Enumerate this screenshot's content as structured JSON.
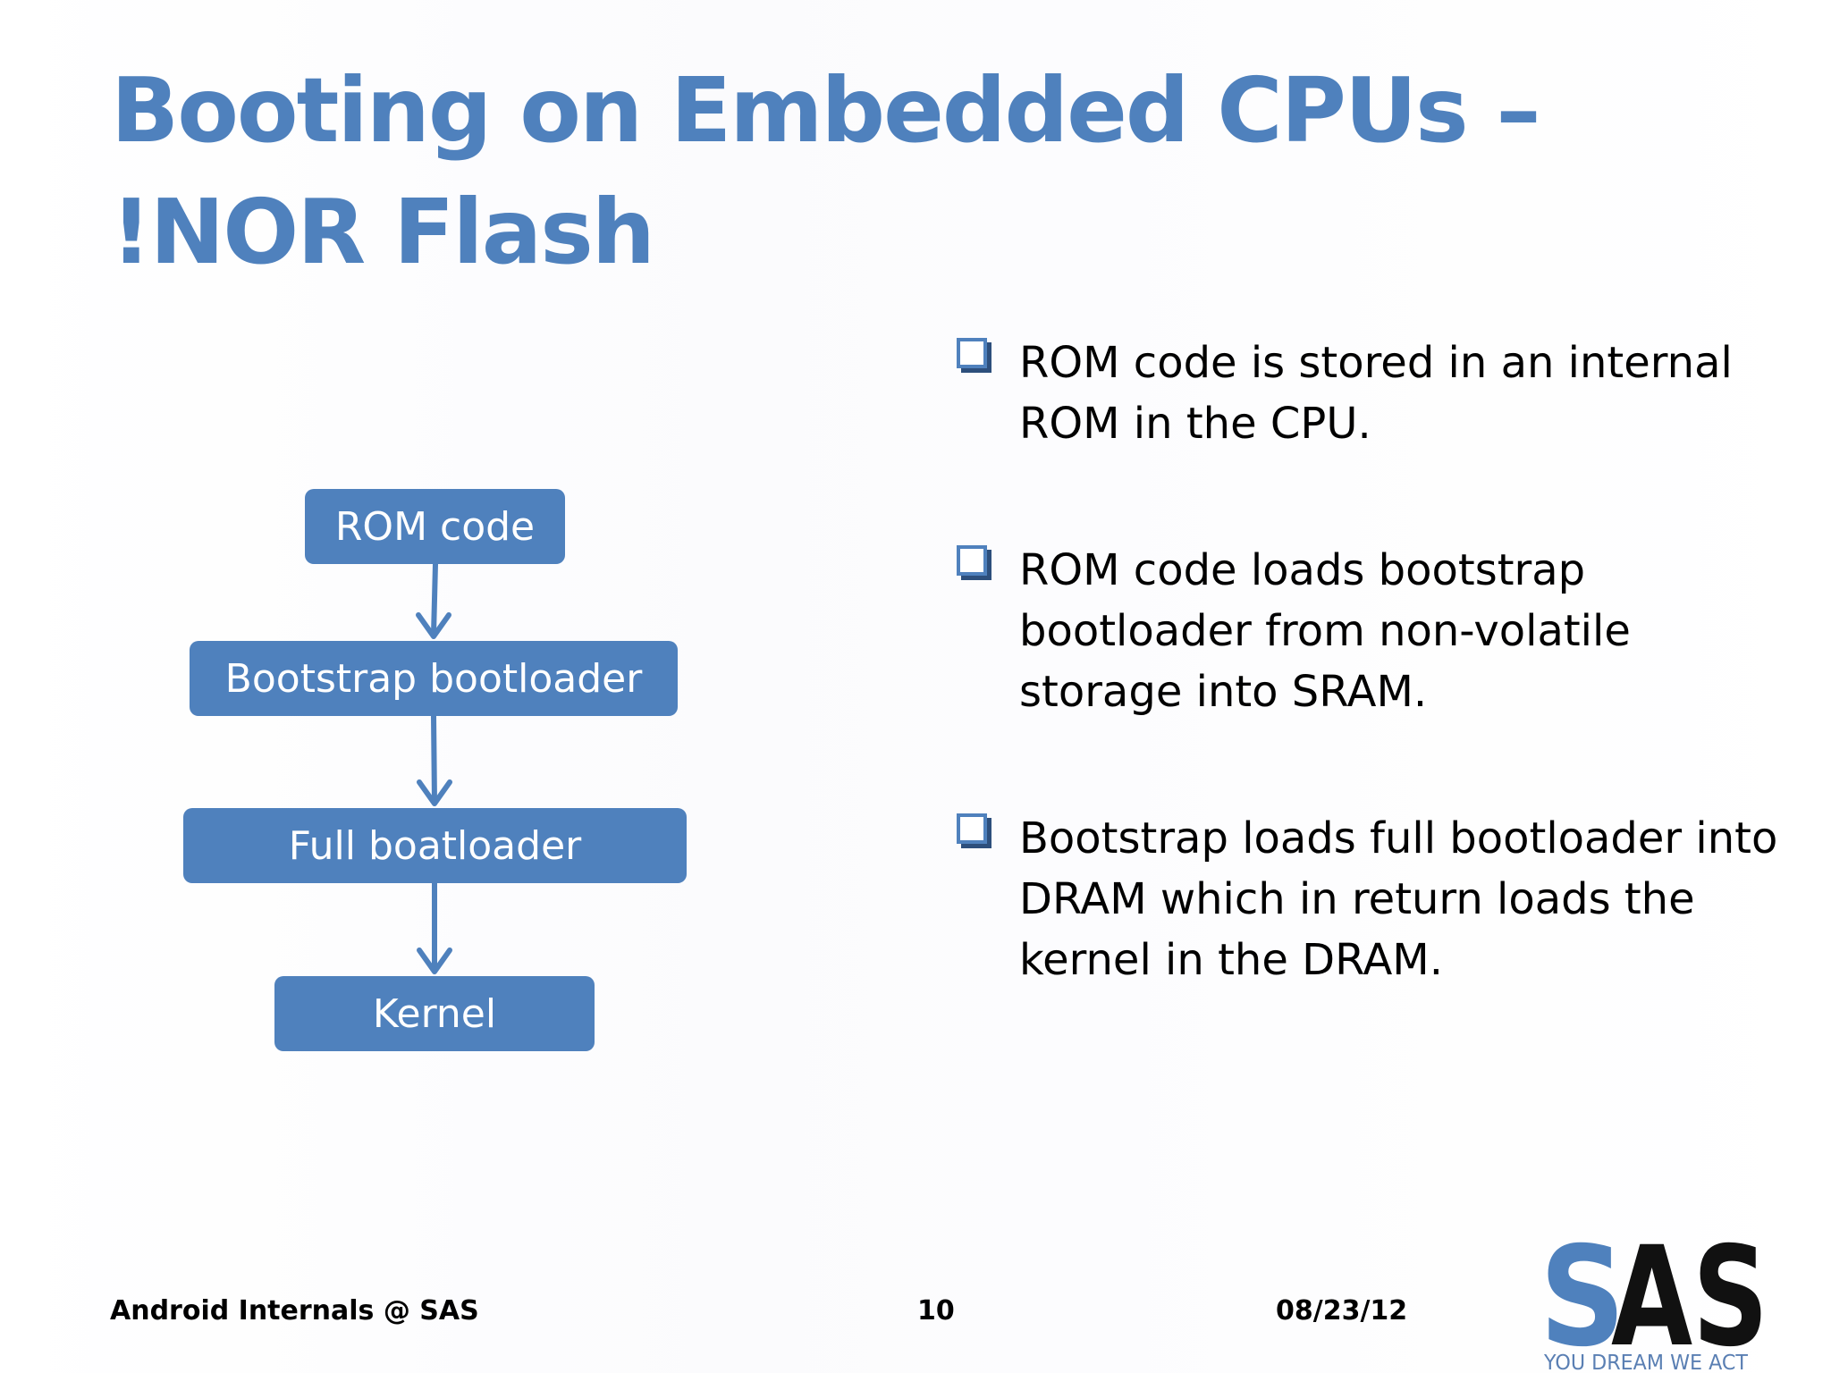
{
  "slide": {
    "title": "Booting on Embedded CPUs – !NOR Flash",
    "diagram": {
      "boxes": [
        {
          "label": "ROM code"
        },
        {
          "label": "Bootstrap bootloader"
        },
        {
          "label": "Full boatloader"
        },
        {
          "label": "Kernel"
        }
      ],
      "accent_color": "#4f81bd"
    },
    "bullets": [
      {
        "icon": "checkbox-icon",
        "text": "ROM code is stored in an internal ROM in the CPU."
      },
      {
        "icon": "checkbox-icon",
        "text": "ROM code loads bootstrap bootloader from non-volatile storage into SRAM."
      },
      {
        "icon": "checkbox-icon",
        "text": "Bootstrap loads full bootloader into DRAM which in return loads the kernel in the DRAM."
      }
    ],
    "footer": {
      "left": "Android Internals @ SAS",
      "page_number": "10",
      "date": "08/23/12"
    },
    "logo": {
      "text": "SAS",
      "tagline": "YOU DREAM WE ACT"
    }
  }
}
